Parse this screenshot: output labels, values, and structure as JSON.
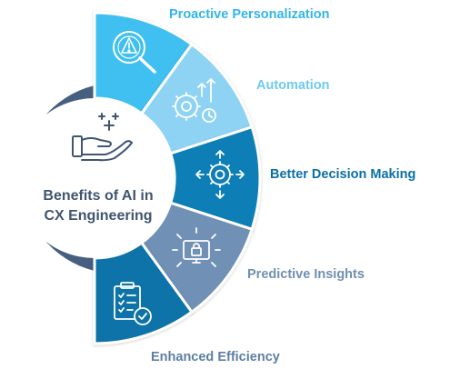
{
  "center": {
    "title_line1": "Benefits of AI in",
    "title_line2": "CX Engineering",
    "icon": "hand-sparkle-icon"
  },
  "segments": [
    {
      "label": "Proactive Personalization",
      "icon": "warning-magnifier-icon",
      "color": "#3fc0f0",
      "label_color": "#33b5e9"
    },
    {
      "label": "Automation",
      "icon": "gears-arrow-icon",
      "color": "#8fd3f4",
      "label_color": "#6ccbf2"
    },
    {
      "label": "Better Decision Making",
      "icon": "gear-arrows-icon",
      "color": "#0f7fb6",
      "label_color": "#0a6fa5"
    },
    {
      "label": "Predictive Insights",
      "icon": "monitor-lock-icon",
      "color": "#6f90b6",
      "label_color": "#6f8fb0"
    },
    {
      "label": "Enhanced Efficiency",
      "icon": "checklist-gear-icon",
      "color": "#0f73a8",
      "label_color": "#5d7fa4"
    }
  ],
  "ring_color": "#465f7e"
}
